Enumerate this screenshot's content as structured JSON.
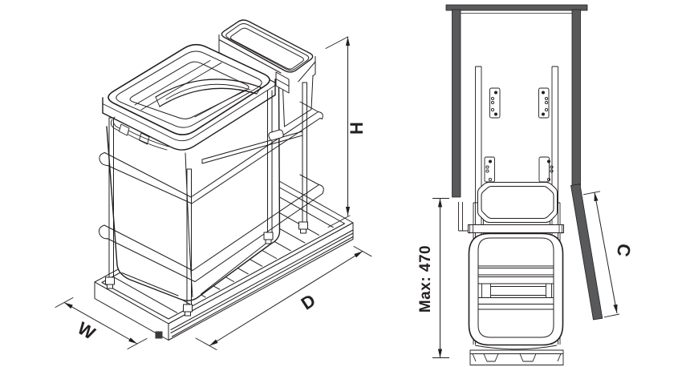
{
  "title": "Pull-out waste bin dimensional drawing",
  "colors": {
    "line": "#231f20",
    "panel": "#58595b",
    "background": "#ffffff"
  },
  "isometric_view": {
    "dim_height": "H",
    "dim_depth": "D",
    "dim_width": "W"
  },
  "side_view": {
    "dim_max_height": "Max: 470",
    "dim_door": "C"
  }
}
